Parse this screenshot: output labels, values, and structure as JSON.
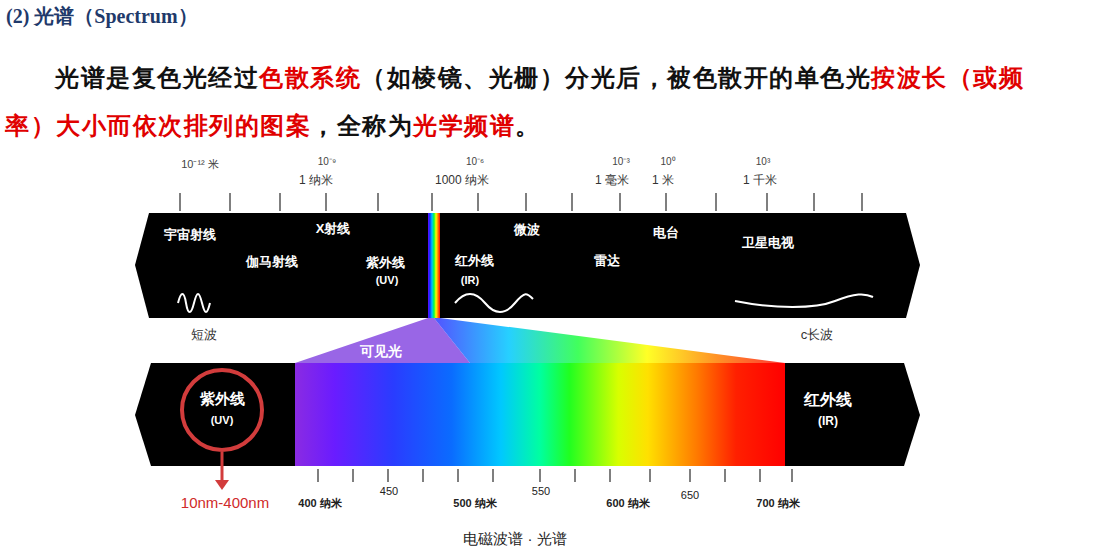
{
  "diagram": {
    "title": "(2) 光谱（Spectrum）",
    "caption": "电磁波谱 · 光谱",
    "nodes": [
      {
        "text": [
          "宇宙射线",
          "伽马射线",
          "X射线",
          "紫外线",
          "(UV)",
          "红外线",
          "(IR)",
          "微波",
          "雷达",
          "电台",
          "卫星电视"
        ]
      },
      {
        "text": [
          "红外线",
          "(IR)"
        ]
      },
      {
        "text": [
          "紫外线",
          "(UV)"
        ],
        "in": 1
      }
    ],
    "labels": [
      "光谱是复色光经过",
      "色散系统",
      "（如棱镜、光栅）分光后，被色散开的单色光",
      "按波长（或频率）大小而依次排列的图案",
      "，全称为",
      "光学频谱",
      "。",
      "10⁻¹² 米",
      "10⁻⁹",
      "1 纳米",
      "10⁻⁶",
      "1000 纳米",
      "10⁻³",
      "1 毫米",
      "10⁰",
      "1 米",
      "10³",
      "1 千米",
      "短波",
      "c长波",
      "可见光",
      "10nm-400nm",
      "400 纳米",
      "450",
      "500 纳米",
      "550",
      "600 纳米",
      "650",
      "700 纳米"
    ]
  }
}
